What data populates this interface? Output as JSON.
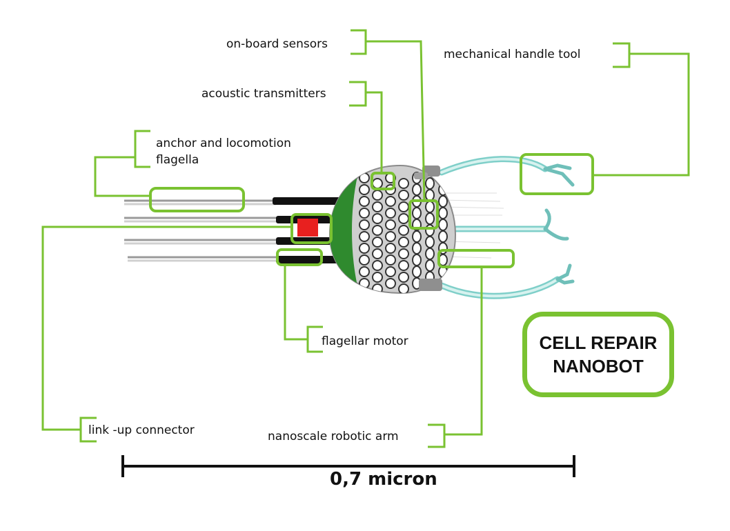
{
  "colors": {
    "accent": "#7ac231",
    "body_silver": "#c9c9c9",
    "body_green": "#2f8a2e",
    "arm_cyan": "#aee3df",
    "red_connector": "#e8201f"
  },
  "labels": {
    "on_board_sensors": "on-board sensors",
    "mechanical_handle_tool": "mechanical handle tool",
    "acoustic_transmitters": "acoustic transmitters",
    "anchor_flagella": "anchor and locomotion flagella",
    "flagellar_motor": "flagellar motor",
    "link_up_connector": "link -up connector",
    "nanoscale_robotic_arm": "nanoscale robotic arm"
  },
  "title": "CELL REPAIR\nNANOBOT",
  "scale": {
    "label": "0,7 micron"
  }
}
